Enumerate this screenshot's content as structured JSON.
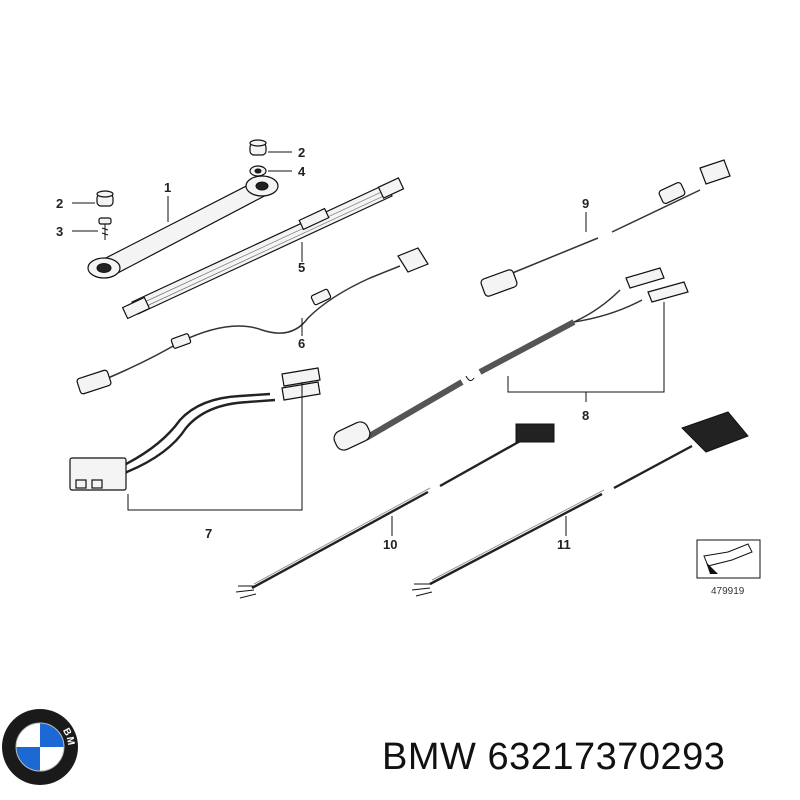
{
  "callouts": [
    "1",
    "2",
    "2",
    "3",
    "4",
    "5",
    "6",
    "7",
    "8",
    "9",
    "10",
    "11"
  ],
  "reference_number": "479919",
  "brand": "BMW",
  "part_number": "63217370293",
  "logo_text": "BMW",
  "colors": {
    "line": "#111111",
    "logo_blue": "#1c69d4",
    "logo_ring": "#1a1a1a"
  }
}
